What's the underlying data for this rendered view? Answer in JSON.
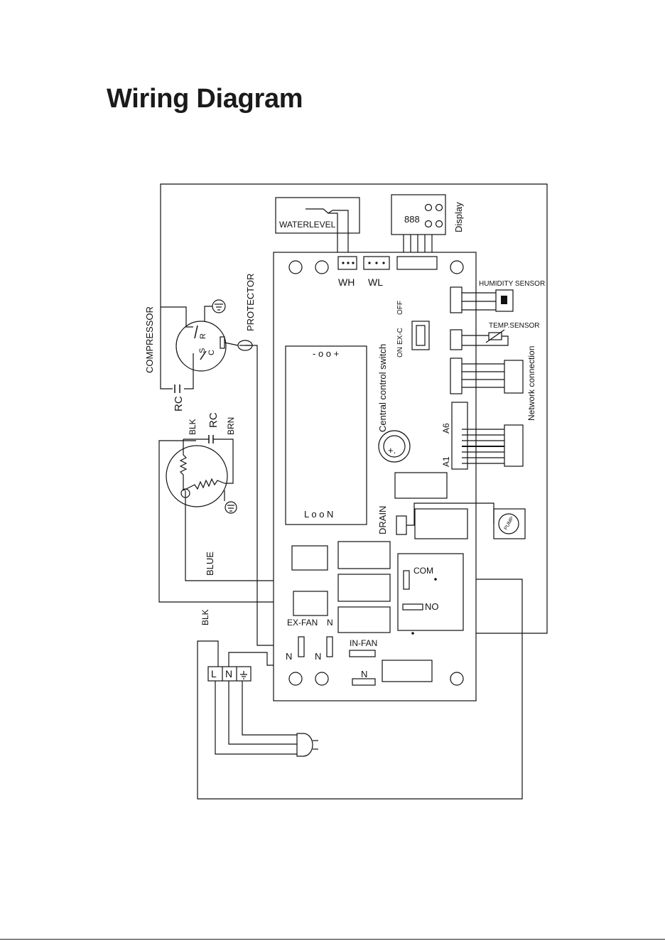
{
  "title": "Wiring Diagram",
  "components": {
    "compressor": "COMPRESSOR",
    "protector": "PROTECTOR",
    "waterlevel": "WATERLEVEL",
    "display": "Display",
    "display_digits": "888",
    "humidity_sensor": "HUMIDITY SENSOR",
    "temp_sensor": "TEMP.SENSOR",
    "network": "Network connection",
    "central_switch": "Central control switch",
    "switch_on": "ON",
    "switch_exc": "EX-C",
    "switch_off": "OFF",
    "drain": "DRAIN",
    "pump": "PUMP",
    "com": "COM",
    "no": "NO",
    "ex_fan": "EX-FAN",
    "in_fan": "IN-FAN"
  },
  "connectors": {
    "wh": "WH",
    "wl": "WL",
    "a6": "A6",
    "a1": "A1"
  },
  "terminals": {
    "n": "N",
    "l": "L",
    "r": "R",
    "c": "C",
    "s": "S",
    "dc_polarity": "- o o +",
    "ac_terminals": "L  o  o  N",
    "plus": "+."
  },
  "wires": {
    "rc": "RC",
    "blk": "BLK",
    "brn": "BRN",
    "blue": "BLUE"
  },
  "colors": {
    "line": "#111111",
    "background": "#ffffff"
  }
}
